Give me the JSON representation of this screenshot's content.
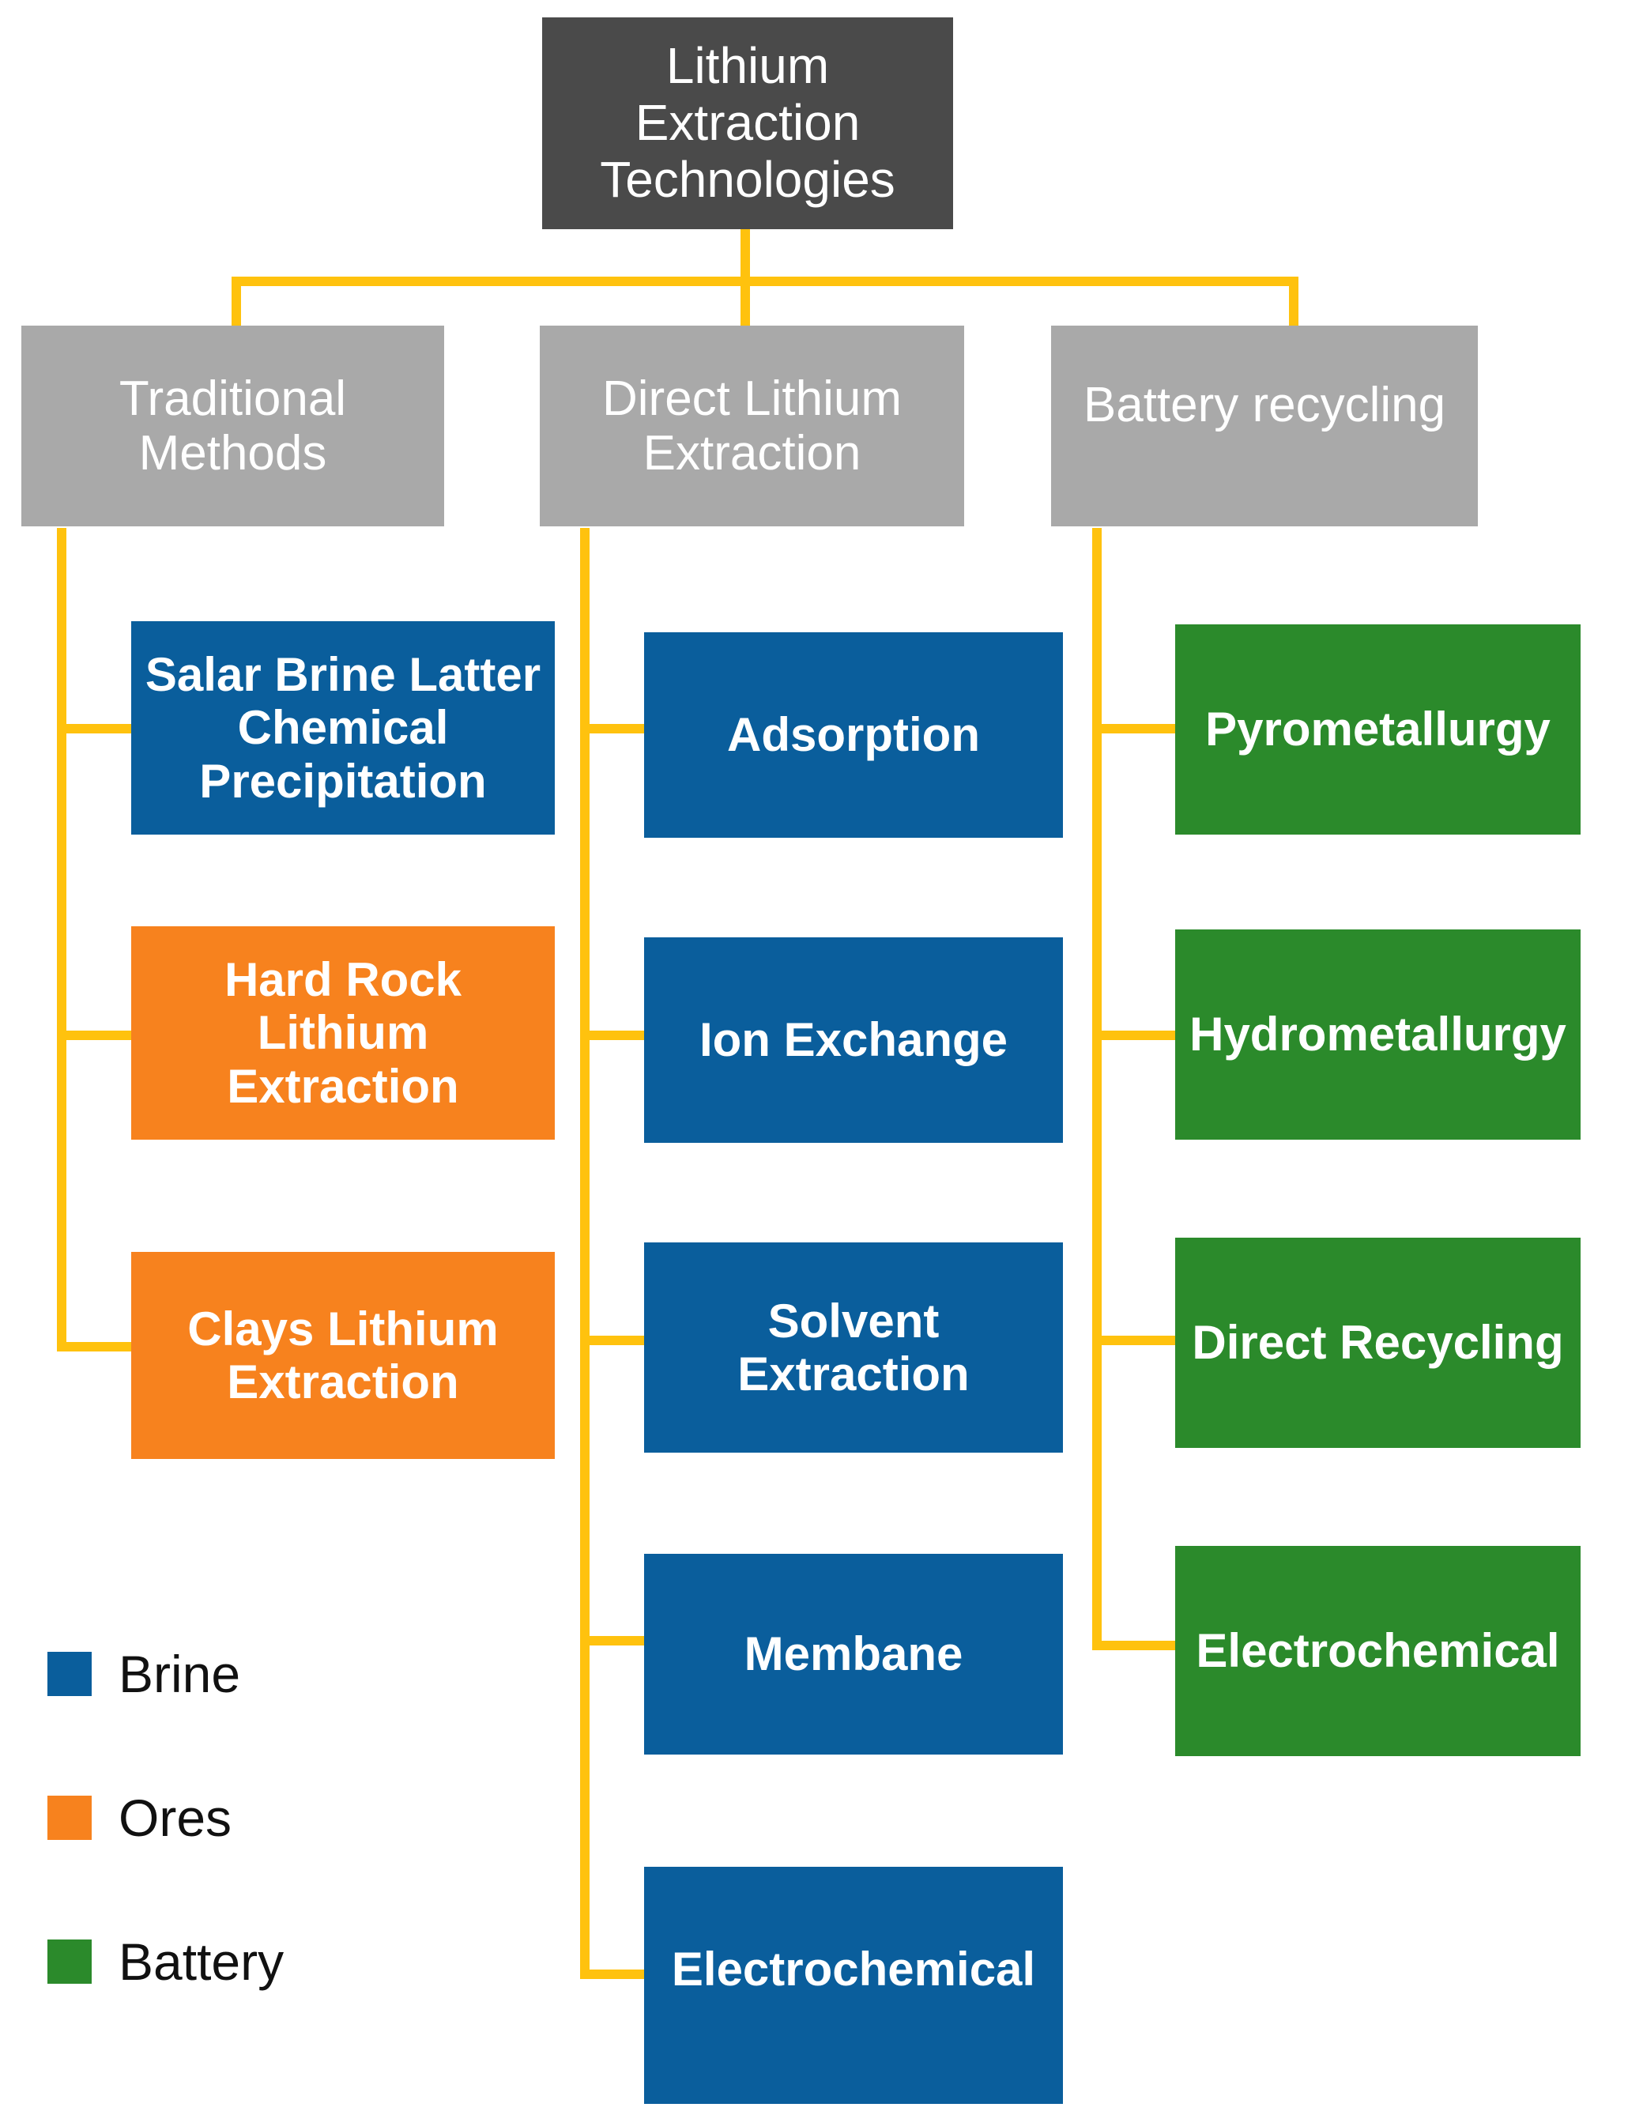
{
  "diagram": {
    "title": "Lithium Extraction Technologies",
    "root": {
      "label": "Lithium Extraction Technologies"
    },
    "branches": [
      {
        "label": "Traditional Methods",
        "children": [
          {
            "label": "Salar Brine Latter Chemical Precipitation",
            "category": "Brine"
          },
          {
            "label": "Hard Rock Lithium Extraction",
            "category": "Ores"
          },
          {
            "label": "Clays Lithium Extraction",
            "category": "Ores"
          }
        ]
      },
      {
        "label": "Direct Lithium Extraction",
        "children": [
          {
            "label": "Adsorption",
            "category": "Brine"
          },
          {
            "label": "Ion Exchange",
            "category": "Brine"
          },
          {
            "label": "Solvent Extraction",
            "category": "Brine"
          },
          {
            "label": "Membane",
            "category": "Brine"
          },
          {
            "label": "Electrochemical",
            "category": "Brine"
          }
        ]
      },
      {
        "label": "Battery recycling",
        "children": [
          {
            "label": "Pyrometallurgy",
            "category": "Battery"
          },
          {
            "label": "Hydrometallurgy",
            "category": "Battery"
          },
          {
            "label": "Direct Recycling",
            "category": "Battery"
          },
          {
            "label": "Electrochemical",
            "category": "Battery"
          }
        ]
      }
    ]
  },
  "legend": {
    "items": [
      {
        "label": "Brine",
        "color": "#0a5e9c"
      },
      {
        "label": "Ores",
        "color": "#f7821e"
      },
      {
        "label": "Battery",
        "color": "#2b8a2b"
      }
    ]
  },
  "colors": {
    "root": "#4a4a4a",
    "tier2": "#a9a9a9",
    "brine": "#0a5e9c",
    "ores": "#f7821e",
    "battery": "#2b8a2b",
    "connector": "#ffc20e",
    "text_on_fill": "#ffffff",
    "legend_text": "#111111",
    "background": "#ffffff"
  }
}
